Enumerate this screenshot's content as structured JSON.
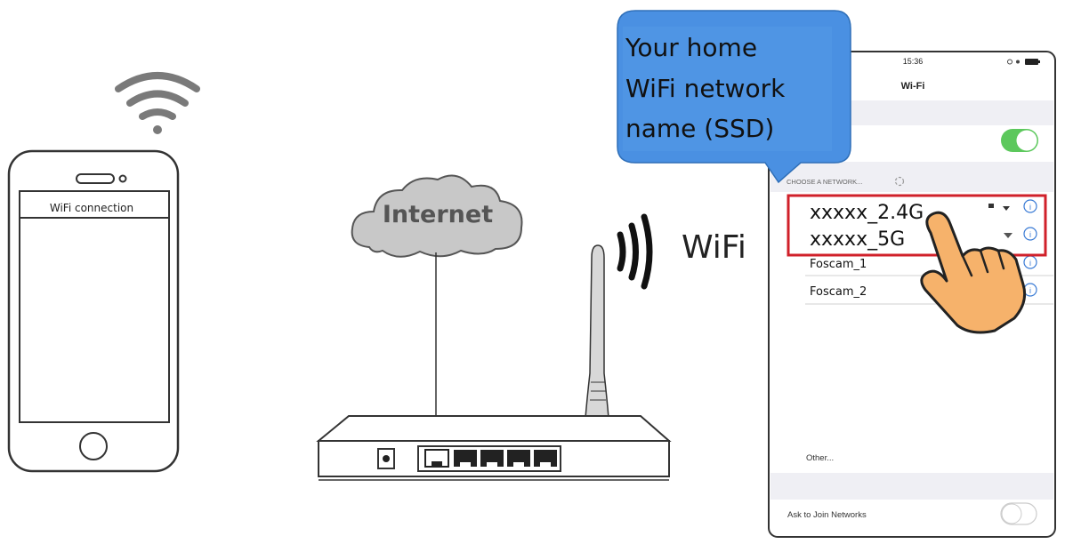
{
  "left_phone": {
    "screen_header": "WiFi connection"
  },
  "cloud": {
    "label": "Internet"
  },
  "router": {
    "wifi_label": "WiFi"
  },
  "callout": {
    "line1": "Your home",
    "line2": "WiFi network",
    "line3": "name (SSD)",
    "fill_color": "#4a90e2"
  },
  "right_phone": {
    "status_time": "15:36",
    "nav_title": "Wi-Fi",
    "section_header": "CHOOSE A NETWORK...",
    "networks": [
      {
        "name": "xxxxx_2.4G"
      },
      {
        "name": "xxxxx_5G"
      },
      {
        "name": "Foscam_1"
      },
      {
        "name": "Foscam_2"
      }
    ],
    "other_label": "Other...",
    "ask_join_label": "Ask to Join Networks",
    "highlight_color": "#d0202a",
    "toggle_color": "#5cc85c",
    "info_color": "#3a7bd5"
  },
  "hand": {
    "fill_color": "#f6b26b"
  }
}
